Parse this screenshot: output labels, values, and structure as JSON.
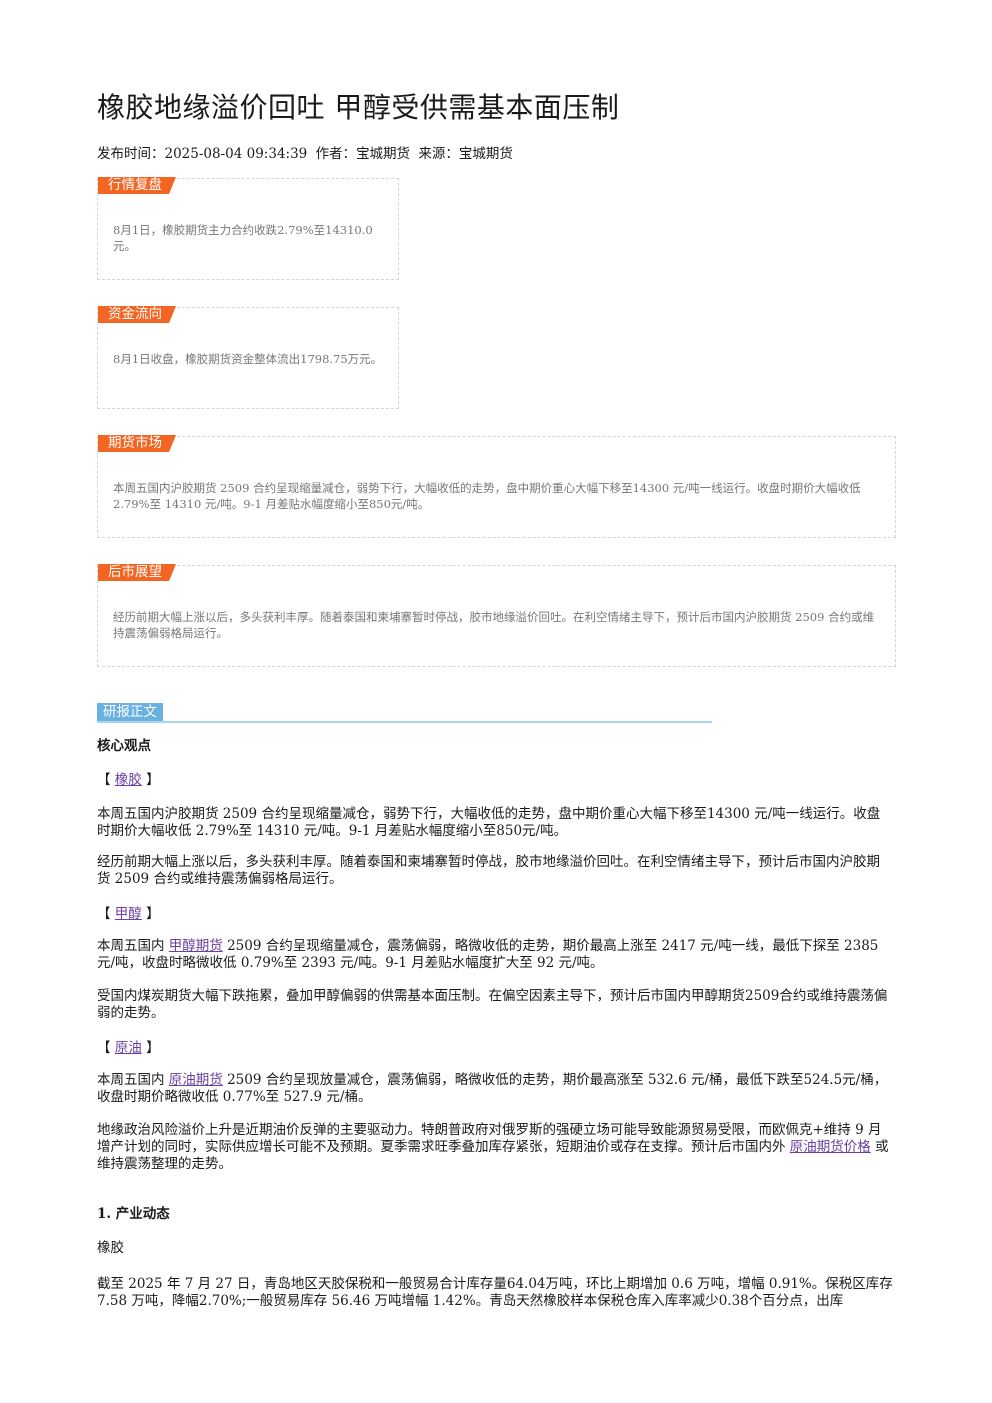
{
  "article": {
    "title": "橡胶地缘溢价回吐 甲醇受供需基本面压制",
    "meta": {
      "publish_label": "发布时间：",
      "publish_time": "2025-08-04 09:34:39",
      "author_label": "作者：",
      "author": "宝城期货",
      "source_label": "来源：",
      "source": "宝城期货"
    }
  },
  "boxes": [
    {
      "tag": "行情复盘",
      "text": "8月1日，橡胶期货主力合约收跌2.79%至14310.0元。"
    },
    {
      "tag": "资金流向",
      "text": "8月1日收盘，橡胶期货资金整体流出1798.75万元。"
    },
    {
      "tag": "期货市场",
      "text": "本周五国内沪胶期货 2509 合约呈现缩量减仓，弱势下行，大幅收低的走势，盘中期价重心大幅下移至14300 元/吨一线运行。收盘时期价大幅收低 2.79%至 14310 元/吨。9-1 月差贴水幅度缩小至850元/吨。"
    },
    {
      "tag": "后市展望",
      "text": "经历前期大幅上涨以后，多头获利丰厚。随着泰国和柬埔寨暂时停战，胶市地缘溢价回吐。在利空情绪主导下，预计后市国内沪胶期货 2509 合约或维持震荡偏弱格局运行。"
    }
  ],
  "report": {
    "tag": "研报正文",
    "core_title": "核心观点",
    "rubber": {
      "bracket_open": "【",
      "bracket_close": "】",
      "keyword": "橡胶",
      "p1": "本周五国内沪胶期货 2509 合约呈现缩量减仓，弱势下行，大幅收低的走势，盘中期价重心大幅下移至14300 元/吨一线运行。收盘时期价大幅收低 2.79%至 14310 元/吨。9-1 月差贴水幅度缩小至850元/吨。",
      "p2": "经历前期大幅上涨以后，多头获利丰厚。随着泰国和柬埔寨暂时停战，胶市地缘溢价回吐。在利空情绪主导下，预计后市国内沪胶期货 2509 合约或维持震荡偏弱格局运行。"
    },
    "methanol": {
      "keyword": "甲醇",
      "p1_prefix": "本周五国内 ",
      "p1_link": "甲醇期货",
      "p1_rest": " 2509 合约呈现缩量减仓，震荡偏弱，略微收低的走势，期价最高上涨至 2417 元/吨一线，最低下探至 2385元/吨，收盘时略微收低 0.79%至 2393 元/吨。9-1 月差贴水幅度扩大至 92 元/吨。",
      "p2": "受国内煤炭期货大幅下跌拖累，叠加甲醇偏弱的供需基本面压制。在偏空因素主导下，预计后市国内甲醇期货2509合约或维持震荡偏弱的走势。"
    },
    "crude": {
      "keyword": "原油",
      "p1_prefix": "本周五国内 ",
      "p1_link": "原油期货",
      "p1_rest": " 2509 合约呈现放量减仓，震荡偏弱，略微收低的走势，期价最高涨至 532.6 元/桶，最低下跌至524.5元/桶，收盘时期价略微收低 0.77%至 527.9 元/桶。",
      "p2_prefix": "地缘政治风险溢价上升是近期油价反弹的主要驱动力。特朗普政府对俄罗斯的强硬立场可能导致能源贸易受限，而欧佩克+维持 9 月增产计划的同时，实际供应增长可能不及预期。夏季需求旺季叠加库存紧张，短期油价或存在支撑。预计后市国内外 ",
      "p2_link": "原油期货价格",
      "p2_rest": " 或维持震荡整理的走势。"
    },
    "industry": {
      "title": "1. 产业动态",
      "sub": "橡胶",
      "p1": "截至 2025 年 7 月 27 日，青岛地区天胶保税和一般贸易合计库存量64.04万吨，环比上期增加 0.6 万吨，增幅 0.91%。保税区库存7.58 万吨，降幅2.70%;一般贸易库存 56.46 万吨增幅 1.42%。青岛天然橡胶样本保税仓库入库率减少0.38个百分点，出库"
    }
  }
}
